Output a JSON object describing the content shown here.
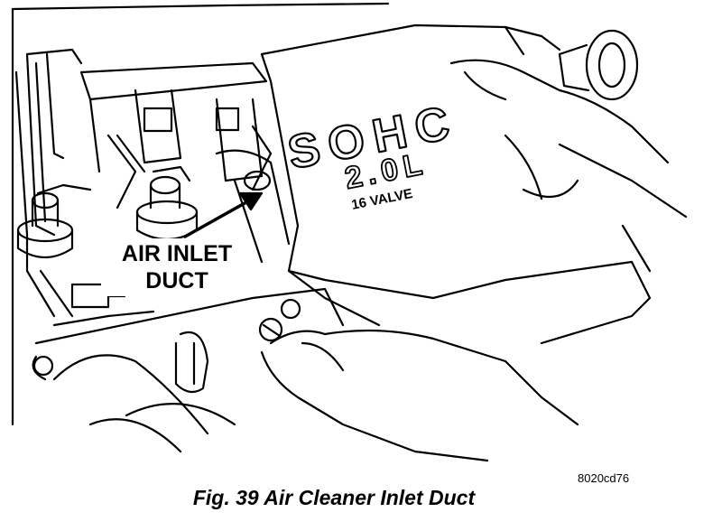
{
  "callout": {
    "line1": "AIR INLET",
    "line2": "DUCT"
  },
  "engine_cover": {
    "badge_line1": "SOHC",
    "badge_line2": "2.0L",
    "badge_line3": "16 VALVE"
  },
  "reference_code": "8020cd76",
  "caption": "Fig. 39 Air Cleaner Inlet Duct",
  "colors": {
    "ink": "#000000",
    "paper": "#ffffff"
  }
}
